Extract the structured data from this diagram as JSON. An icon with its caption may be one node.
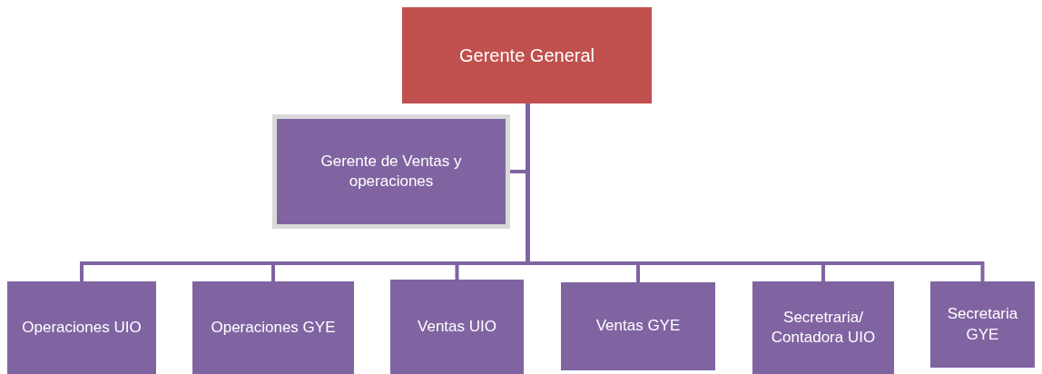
{
  "diagram": {
    "nodes": [
      {
        "text": [
          "Gerente General"
        ]
      },
      {
        "text": [
          "Gerente de Ventas y operaciones"
        ]
      },
      {
        "text": [
          "Operaciones UIO"
        ]
      },
      {
        "text": [
          "Operaciones GYE"
        ]
      },
      {
        "text": [
          "Ventas UIO"
        ]
      },
      {
        "text": [
          "Ventas GYE"
        ]
      },
      {
        "text": [
          "Secretraria/ Contadora UIO"
        ]
      },
      {
        "text": [
          "Secretaria GYE"
        ]
      }
    ],
    "edges": [
      {
        "from": 0,
        "to": 1,
        "arrow": "none"
      },
      {
        "from": 0,
        "to": 2,
        "arrow": "none"
      },
      {
        "from": 0,
        "to": 3,
        "arrow": "none"
      },
      {
        "from": 0,
        "to": 4,
        "arrow": "none"
      },
      {
        "from": 0,
        "to": 5,
        "arrow": "none"
      },
      {
        "from": 0,
        "to": 6,
        "arrow": "none"
      },
      {
        "from": 0,
        "to": 7,
        "arrow": "none"
      }
    ]
  }
}
